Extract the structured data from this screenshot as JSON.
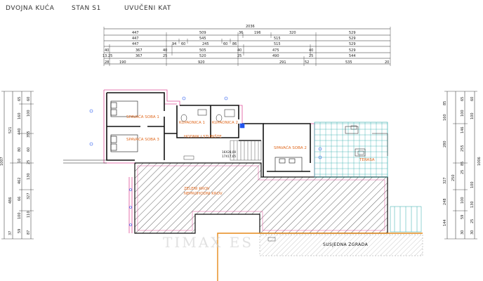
{
  "header": {
    "house": "DVOJNA KUĆA",
    "unit": "STAN S1",
    "floor": "UVUČENI KAT"
  },
  "top_dims": {
    "total": "2036",
    "row1": [
      "447",
      "509",
      "36",
      "196",
      "320",
      "529"
    ],
    "row2": [
      "447",
      "545",
      "515",
      "529"
    ],
    "row3": [
      "447",
      "94",
      "60",
      "245",
      "60",
      "86",
      "515",
      "529"
    ],
    "row4": [
      "40",
      "367",
      "40",
      "505",
      "40",
      "475",
      "40",
      "529"
    ],
    "row5": [
      "13.25",
      "367",
      "25",
      "520",
      "25",
      "490",
      "25",
      "544"
    ],
    "row6": [
      "28",
      "190",
      "920",
      "291",
      "52",
      "535",
      "20"
    ]
  },
  "left_dims": {
    "total": "1007",
    "sub": "486",
    "col_a": [
      "521",
      "37"
    ],
    "col_b": [
      "65",
      "160",
      "440",
      "80",
      "10",
      "462",
      "66",
      "100",
      "59"
    ],
    "col_c": [
      "60",
      "100",
      "355",
      "60",
      "25",
      "130",
      "327",
      "110",
      "87"
    ]
  },
  "right_dims": {
    "total": "1006",
    "col_a": [
      "85",
      "160",
      "280",
      "327",
      "250",
      "248",
      "144"
    ],
    "col_b": [
      "65",
      "100",
      "146",
      "255",
      "85",
      "25",
      "100",
      "59",
      "30"
    ],
    "col_c": [
      "60",
      "100",
      "100",
      "130",
      "25",
      "30"
    ]
  },
  "rooms": {
    "bed1": "SPAVAĆA SOBA 1",
    "bed3": "SPAVAĆA SOBA 3",
    "bath1": "KUPAONICA 1",
    "bath2": "KUPAONICA 2",
    "hall": "HODNIK I STUBIŠTE",
    "bed2": "SPAVAĆA SOBA 2",
    "terrace": "TERASA",
    "roof1": "ZELENI KROV",
    "roof2": "NEPROHODNI KROV",
    "area_a": "16X28,00",
    "area_b": "17X17,65"
  },
  "neighbor": "SUSJEDNA ZGRADA",
  "watermark": "TIMAX ES"
}
